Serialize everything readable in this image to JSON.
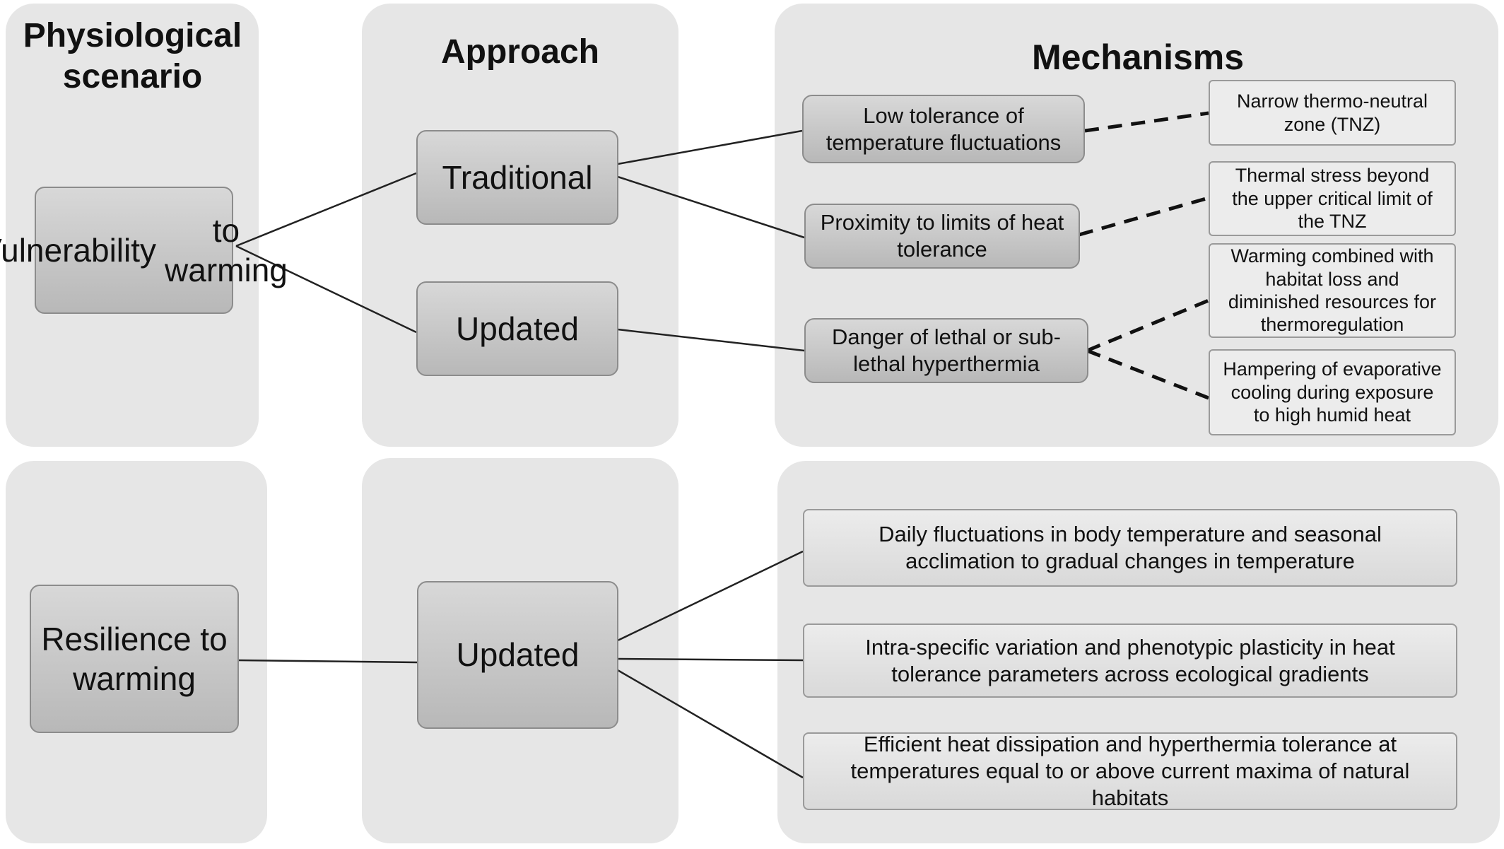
{
  "headers": {
    "scenario": [
      "Physiological",
      "scenario"
    ],
    "approach": "Approach",
    "mechanisms": "Mechanisms"
  },
  "top": {
    "scenario_node": [
      "Vulnerability",
      "to warming"
    ],
    "approach_traditional": "Traditional",
    "approach_updated": "Updated",
    "mechanism_low_tolerance": [
      "Low tolerance of",
      "temperature fluctuations"
    ],
    "mechanism_proximity": [
      "Proximity to limits of heat",
      "tolerance"
    ],
    "mechanism_danger": [
      "Danger of lethal or sub-",
      "lethal hyperthermia"
    ],
    "detail_narrow_tnz": [
      "Narrow thermo-neutral",
      "zone (TNZ)"
    ],
    "detail_thermal_stress": [
      "Thermal stress beyond",
      "the upper critical limit of",
      "the TNZ"
    ],
    "detail_habitat_loss": [
      "Warming combined with",
      "habitat loss and",
      "diminished resources for",
      "thermoregulation"
    ],
    "detail_evaporative": [
      "Hampering of evaporative",
      "cooling during exposure",
      "to high humid heat"
    ]
  },
  "bottom": {
    "scenario_node": [
      "Resilience to",
      "warming"
    ],
    "approach_updated": "Updated",
    "mechanism_daily": [
      "Daily fluctuations in body temperature and seasonal",
      "acclimation to gradual changes in temperature"
    ],
    "mechanism_intraspecific": [
      "Intra-specific variation and phenotypic plasticity in heat",
      "tolerance parameters across ecological gradients"
    ],
    "mechanism_efficient": [
      "Efficient heat dissipation and hyperthermia tolerance at",
      "temperatures equal to or above current maxima of natural",
      "habitats"
    ]
  },
  "colors": {
    "panel": "#e6e6e6",
    "node_gradient_top": "#d8d8d8",
    "node_gradient_bottom": "#b8b8b8",
    "line": "#222222"
  }
}
